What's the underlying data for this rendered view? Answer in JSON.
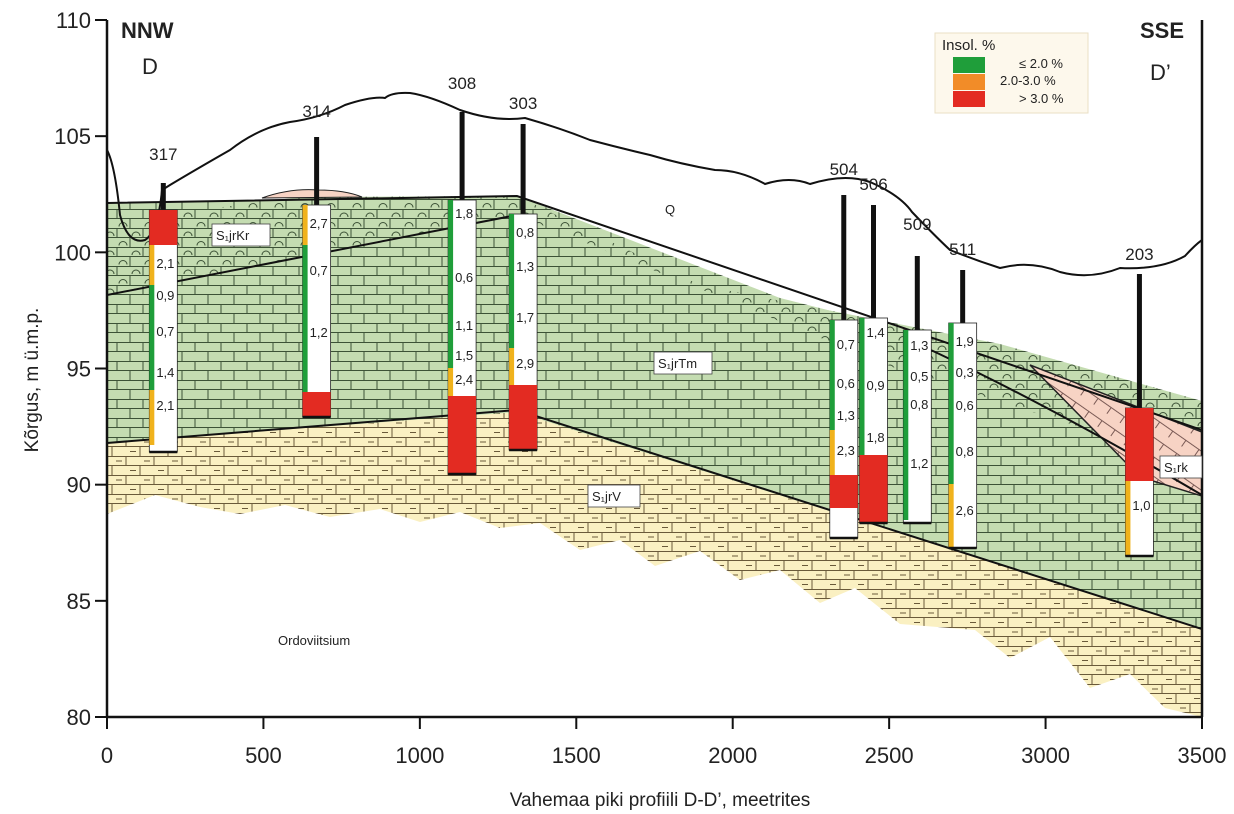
{
  "directions": {
    "left": "NNW",
    "right": "SSE"
  },
  "profile_points": {
    "left": "D",
    "right": "D’"
  },
  "axes": {
    "xlabel": "Vahemaa piki profiili D-D’, meetrites",
    "ylabel": "Kõrgus, m ü.m.p.",
    "xticks": [
      "0",
      "500",
      "1000",
      "1500",
      "2000",
      "2500",
      "3000",
      "3500"
    ],
    "yticks": [
      "110",
      "105",
      "100",
      "95",
      "90",
      "85",
      "80"
    ],
    "xlim": [
      0,
      3500
    ],
    "ylim": [
      80,
      110
    ]
  },
  "legend": {
    "title": "Insol. %",
    "items": [
      {
        "label": "≤ 2.0 %",
        "color": "#1f9e3a"
      },
      {
        "label": "2.0-3.0 %",
        "color": "#f28c28"
      },
      {
        "label": "> 3.0 %",
        "color": "#e32b22"
      }
    ]
  },
  "units": {
    "Q": "Q",
    "jrKr": "S₁jrKr",
    "jrTm": "S₁jrTm",
    "jrV": "S₁jrV",
    "rk": "S₁rk",
    "ord": "Ordoviitsium"
  },
  "wells": [
    {
      "id": "317",
      "x": 180,
      "values": [
        "2,1",
        "0,9",
        "0,7",
        "1,4",
        "2,1"
      ]
    },
    {
      "id": "314",
      "x": 670,
      "values": [
        "2,7",
        "0,7",
        "1,2"
      ]
    },
    {
      "id": "308",
      "x": 1135,
      "values": [
        "1,8",
        "0,6",
        "1,1",
        "1,5",
        "2,4"
      ]
    },
    {
      "id": "303",
      "x": 1330,
      "values": [
        "0,8",
        "1,3",
        "1,7",
        "2,9"
      ]
    },
    {
      "id": "504",
      "x": 2355,
      "values": [
        "0,7",
        "0,6",
        "1,3",
        "2,3"
      ]
    },
    {
      "id": "506",
      "x": 2450,
      "values": [
        "1,4",
        "0,9",
        "1,8"
      ]
    },
    {
      "id": "509",
      "x": 2590,
      "values": [
        "1,3",
        "0,5",
        "0,8",
        "1,2"
      ]
    },
    {
      "id": "511",
      "x": 2735,
      "values": [
        "1,9",
        "0,3",
        "0,6",
        "0,8",
        "2,6"
      ]
    },
    {
      "id": "203",
      "x": 3300,
      "values": [
        "1,0"
      ]
    }
  ]
}
